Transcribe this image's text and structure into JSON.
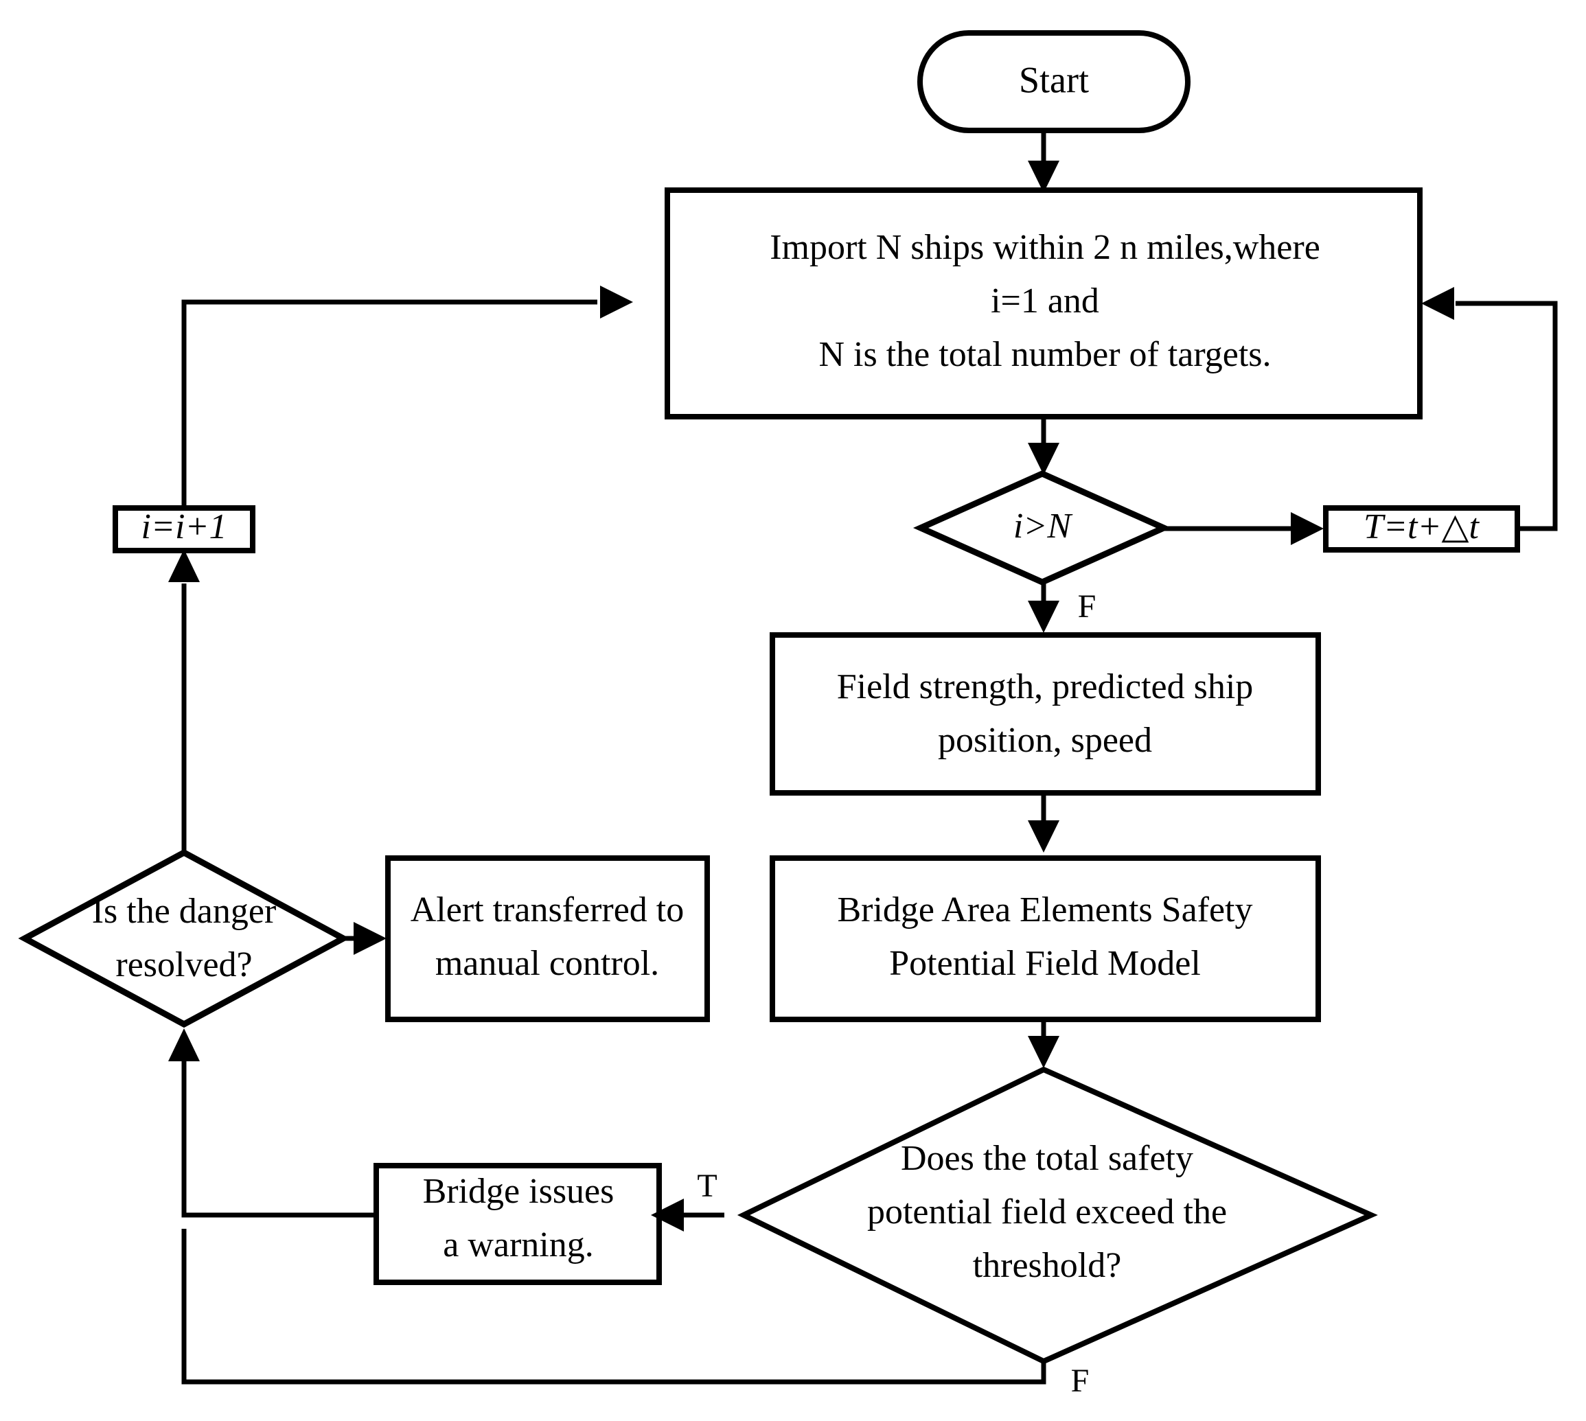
{
  "diagram": {
    "title": "Ship collision-avoidance decision flowchart",
    "background_color": "#ffffff",
    "line_color": "#000000",
    "nodes": {
      "start": {
        "label": "Start",
        "shape": "stadium"
      },
      "import": {
        "shape": "process",
        "lines": [
          "Import N ships within 2 n miles,where",
          "i=1 and",
          "N is the total number of targets."
        ]
      },
      "decision_i_gt_n": {
        "shape": "decision",
        "label": "i>N",
        "italic": true
      },
      "time_step": {
        "shape": "process",
        "label": "T=t+△t",
        "italic": true
      },
      "increment": {
        "shape": "process",
        "label": "i=i+1",
        "italic": true
      },
      "field_strength": {
        "shape": "process",
        "lines": [
          "Field strength, predicted ship",
          "position, speed"
        ]
      },
      "potential_field_model": {
        "shape": "process",
        "lines": [
          "Bridge Area Elements Safety",
          "Potential Field Model"
        ]
      },
      "threshold_decision": {
        "shape": "decision",
        "lines": [
          "Does the total safety",
          "potential field exceed the",
          "threshold?"
        ]
      },
      "warning": {
        "shape": "process",
        "lines": [
          "Bridge issues",
          "a warning."
        ]
      },
      "danger_decision": {
        "shape": "decision",
        "lines": [
          "Is the danger",
          "resolved?"
        ]
      },
      "manual_control": {
        "shape": "process",
        "lines": [
          "Alert transferred to",
          "manual control."
        ]
      }
    },
    "edge_labels": {
      "i_gt_n_false": "F",
      "threshold_true": "T",
      "threshold_false": "F"
    }
  }
}
